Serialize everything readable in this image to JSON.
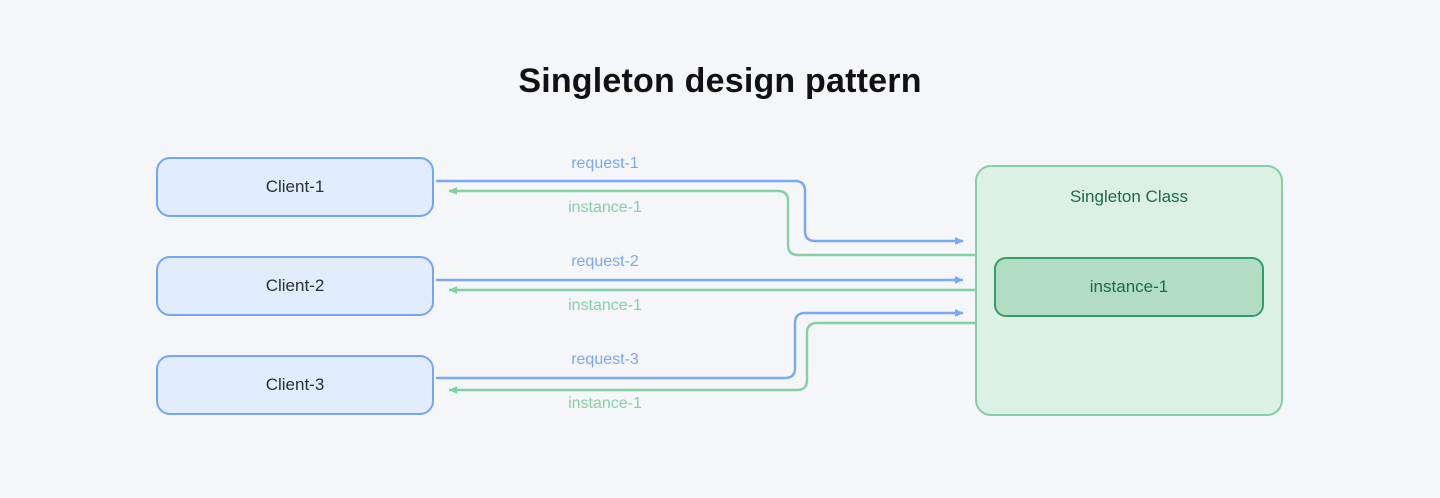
{
  "page": {
    "title": "Singleton design pattern",
    "background_color": "#f5f6fa"
  },
  "colors": {
    "client_fill": "#e1ecfe",
    "client_border": "#73a7f5",
    "singleton_fill": "#dcf0e3",
    "singleton_border": "#86ceaa",
    "instance_fill": "#b3ddc2",
    "instance_border": "#2f9e68",
    "request_line": "#7aa8f5",
    "instance_line": "#85cfa4",
    "title_text": "#111113",
    "singleton_text": "#1b6b47"
  },
  "clients": [
    {
      "label": "Client-1"
    },
    {
      "label": "Client-2"
    },
    {
      "label": "Client-3"
    }
  ],
  "singleton": {
    "label": "Singleton Class",
    "instance_label": "instance-1"
  },
  "edges": [
    {
      "request_label": "request-1",
      "response_label": "instance-1"
    },
    {
      "request_label": "request-2",
      "response_label": "instance-1"
    },
    {
      "request_label": "request-3",
      "response_label": "instance-1"
    }
  ]
}
